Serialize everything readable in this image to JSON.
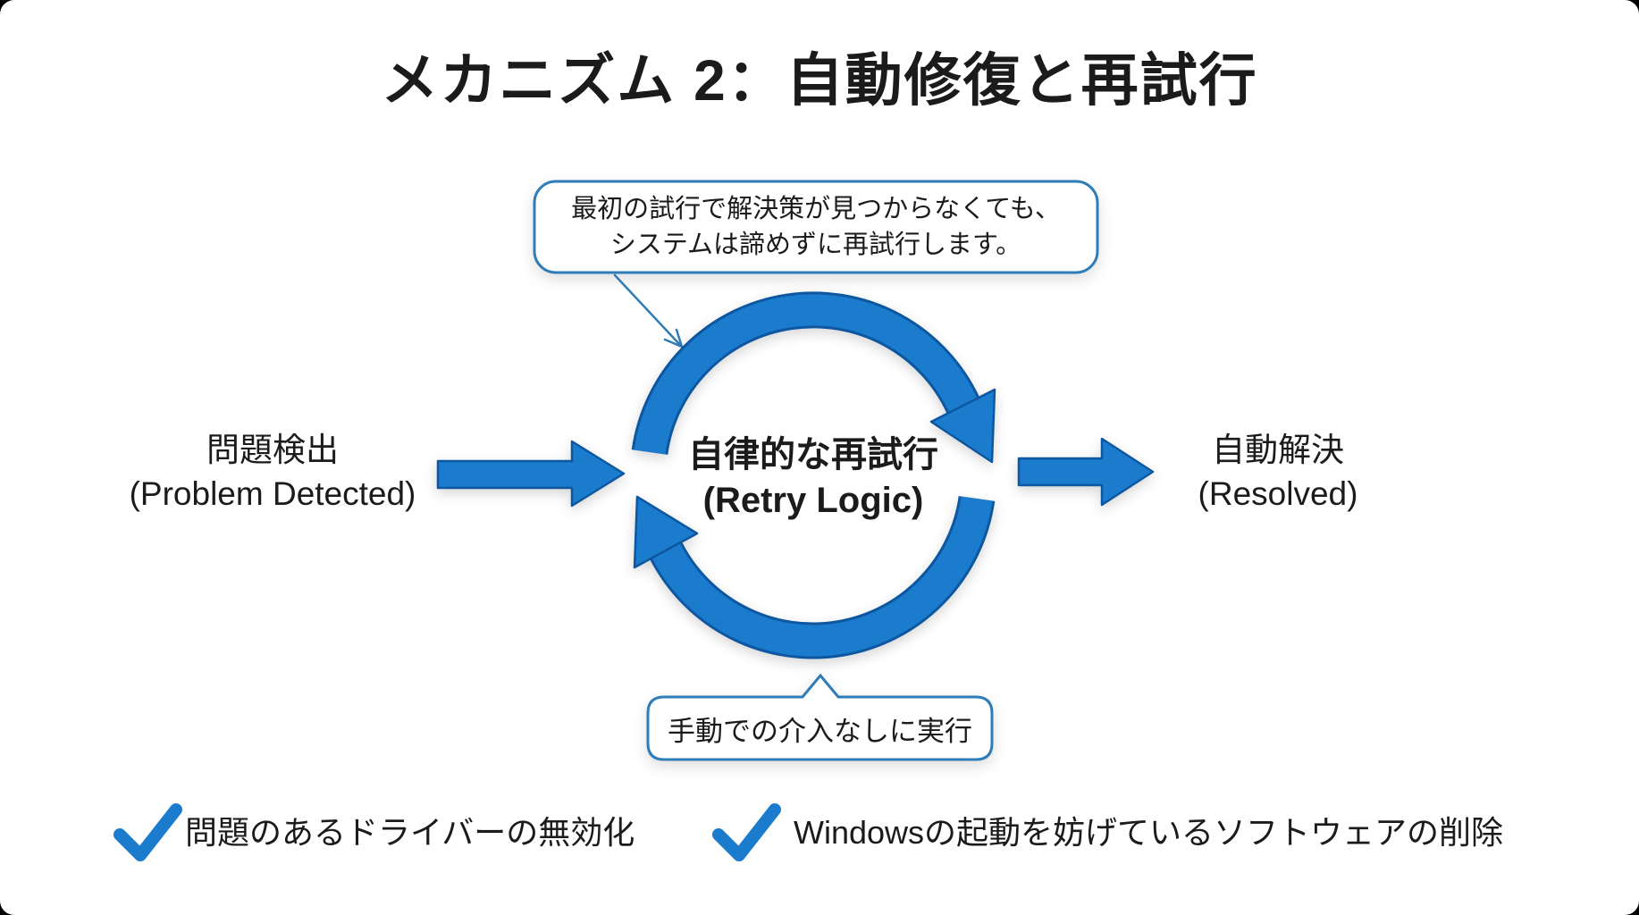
{
  "title": "メカニズム 2：自動修復と再試行",
  "top_callout": {
    "line1": "最初の試行で解決策が見つからなくても、",
    "line2": "システムは諦めずに再試行します。"
  },
  "cycle": {
    "label_ja": "自律的な再試行",
    "label_en": "(Retry Logic)"
  },
  "left_node": {
    "label_ja": "問題検出",
    "label_en": "(Problem Detected)"
  },
  "right_node": {
    "label_ja": "自動解決",
    "label_en": "(Resolved)"
  },
  "bottom_callout": {
    "text": "手動での介入なしに実行"
  },
  "checklist": [
    {
      "label": "問題のあるドライバーの無効化"
    },
    {
      "label": "Windowsの起動を妨げているソフトウェアの削除"
    }
  ],
  "colors": {
    "arrow_blue": "#1b7cce",
    "arrow_outline": "#0d57a0",
    "callout_border": "#2e7cb8",
    "text_dark": "#1b1b1b"
  }
}
